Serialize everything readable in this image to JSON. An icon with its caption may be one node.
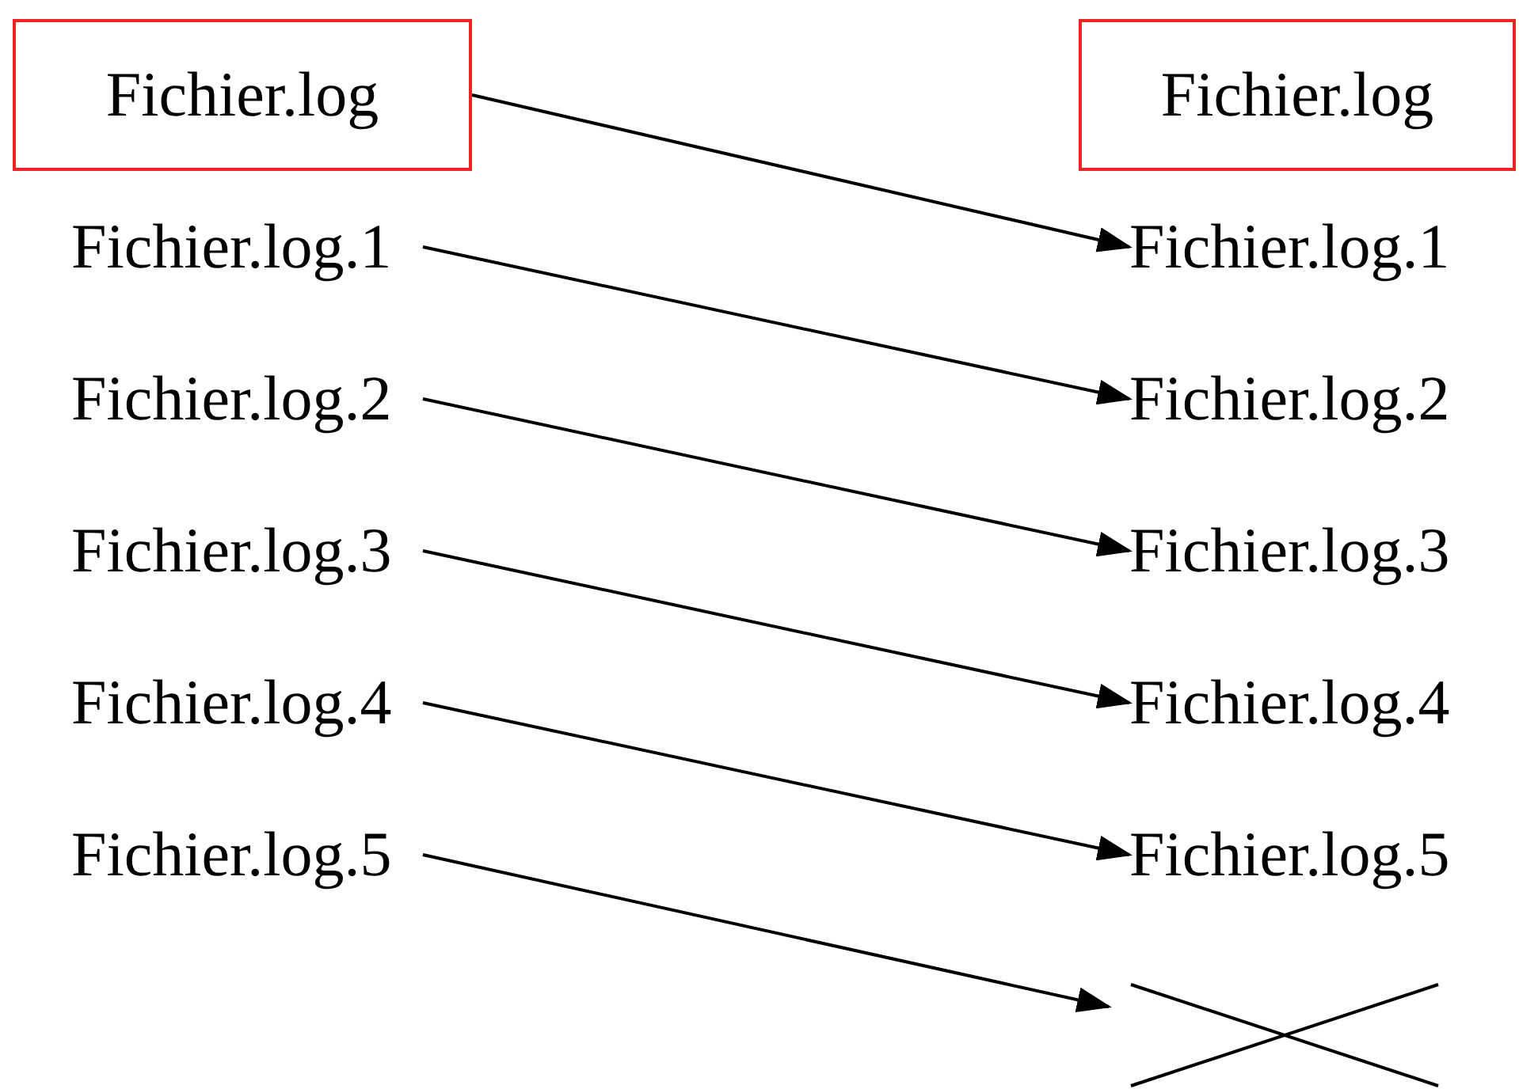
{
  "diagram": {
    "nodes": [
      {
        "text": [
          "Fichier.log"
        ]
      },
      {
        "text": [
          "Fichier.log.1"
        ]
      },
      {
        "text": [
          "Fichier.log.2"
        ]
      },
      {
        "text": [
          "Fichier.log.3"
        ]
      },
      {
        "text": [
          "Fichier.log.4"
        ]
      },
      {
        "text": [
          "Fichier.log.5"
        ]
      },
      {
        "text": [
          "Fichier.log"
        ]
      },
      {
        "text": [
          "Fichier.log.1"
        ]
      },
      {
        "text": [
          "Fichier.log.2"
        ]
      },
      {
        "text": [
          "Fichier.log.3"
        ]
      },
      {
        "text": [
          "Fichier.log.4"
        ]
      },
      {
        "text": [
          "Fichier.log.5"
        ]
      },
      {
        "text": [],
        "shape": "cross"
      }
    ],
    "edges": [
      {
        "from": 0,
        "to": 7,
        "arrow": "to"
      },
      {
        "from": 1,
        "to": 8,
        "arrow": "to"
      },
      {
        "from": 2,
        "to": 9,
        "arrow": "to"
      },
      {
        "from": 3,
        "to": 10,
        "arrow": "to"
      },
      {
        "from": 4,
        "to": 11,
        "arrow": "to"
      },
      {
        "from": 5,
        "to": 12,
        "arrow": "to"
      }
    ]
  }
}
